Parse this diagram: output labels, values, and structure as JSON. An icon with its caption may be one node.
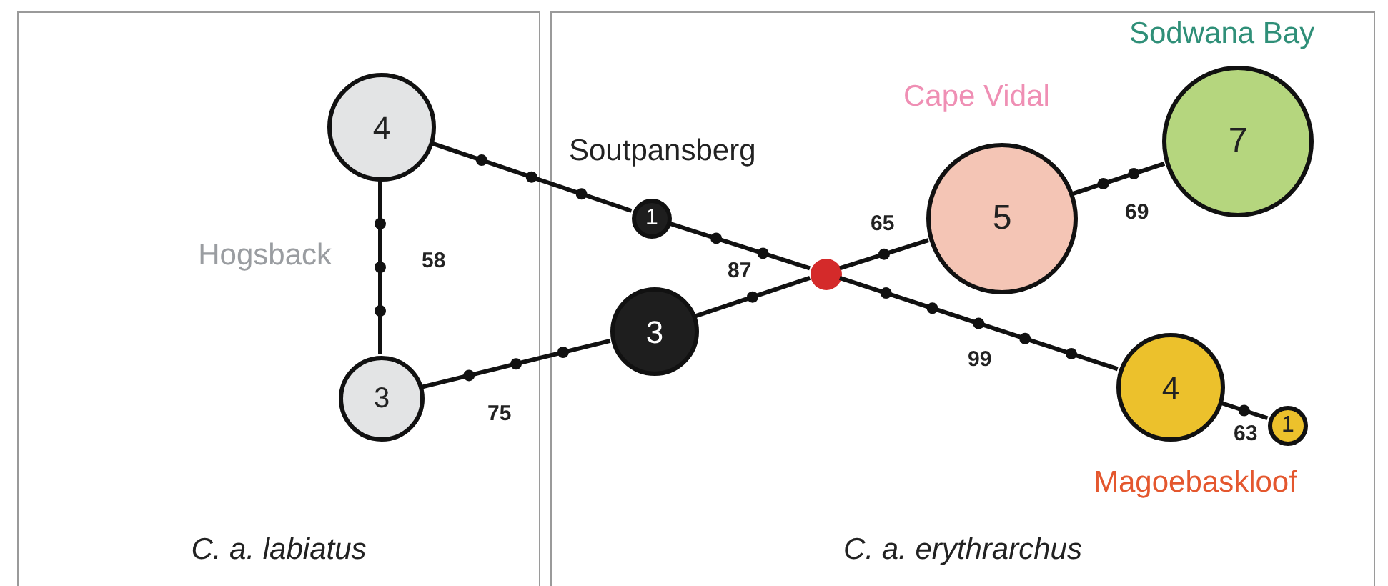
{
  "diagram": {
    "nodes": [
      {
        "text": [
          "C. a. labiatus"
        ]
      },
      {
        "text": [
          "C. a. erythrarchus"
        ]
      },
      {
        "text": [
          "4"
        ],
        "in": 0
      },
      {
        "text": [
          "3"
        ],
        "in": 0
      },
      {
        "text": [
          "1"
        ],
        "in": 1
      },
      {
        "text": [
          "3"
        ],
        "in": 1
      },
      {
        "text": [],
        "shape": "circle",
        "in": 1
      },
      {
        "text": [
          "5"
        ],
        "in": 1
      },
      {
        "text": [
          "7"
        ],
        "in": 1
      },
      {
        "text": [
          "4"
        ],
        "in": 1
      },
      {
        "text": [
          "1"
        ],
        "in": 1
      }
    ],
    "edges": [
      {
        "from": 2,
        "to": 3,
        "arrow": "none",
        "label": "58"
      },
      {
        "from": 2,
        "to": 4,
        "arrow": "none"
      },
      {
        "from": 4,
        "to": 6,
        "arrow": "none"
      },
      {
        "from": 3,
        "to": 5,
        "arrow": "none",
        "label": "75"
      },
      {
        "from": 5,
        "to": 6,
        "arrow": "none",
        "label": "87"
      },
      {
        "from": 6,
        "to": 7,
        "arrow": "none",
        "label": "65"
      },
      {
        "from": 7,
        "to": 8,
        "arrow": "none",
        "label": "69"
      },
      {
        "from": 6,
        "to": 9,
        "arrow": "none",
        "label": "99"
      },
      {
        "from": 9,
        "to": 10,
        "arrow": "none",
        "label": "63"
      }
    ],
    "labels": [
      "Sodwana Bay",
      "Cape Vidal",
      "Soutpansberg",
      "Hogsback",
      "Magoebaskloof"
    ]
  }
}
